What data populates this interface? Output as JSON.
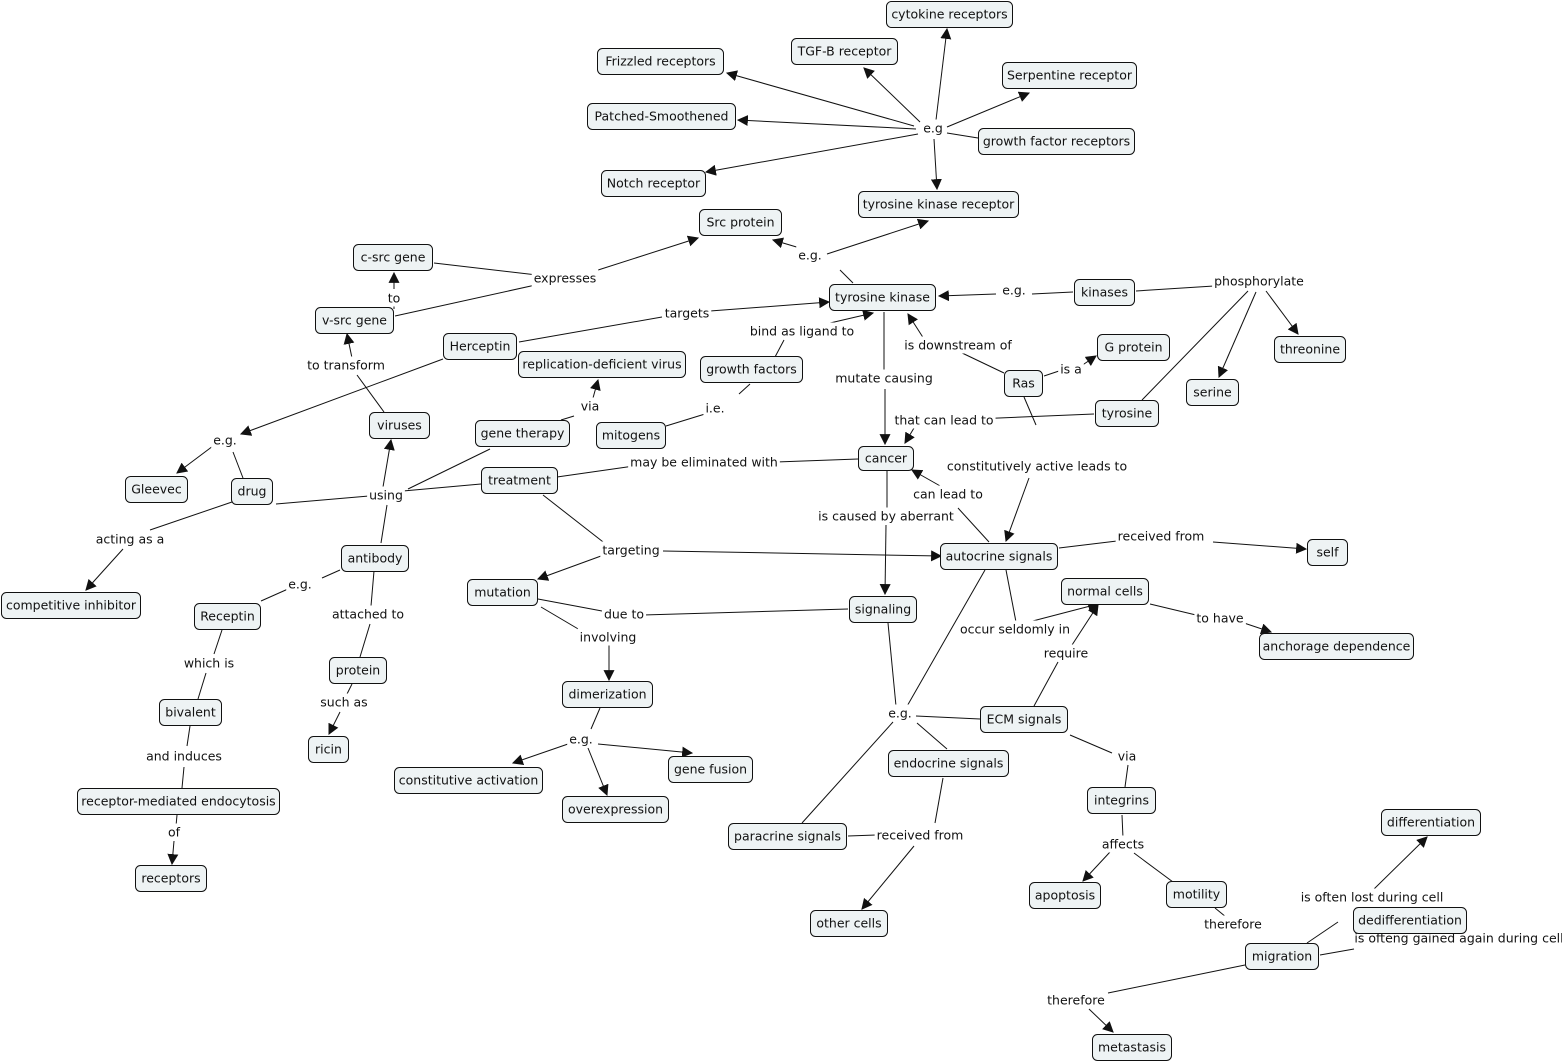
{
  "concepts": {
    "cytokine_receptors": "cytokine receptors",
    "tgfb_receptor": "TGF-B receptor",
    "frizzled": "Frizzled receptors",
    "serpentine": "Serpentine receptor",
    "patched": "Patched-Smoothened",
    "gf_receptors": "growth factor receptors",
    "notch": "Notch receptor",
    "tk_receptor": "tyrosine kinase receptor",
    "src_protein": "Src protein",
    "c_src": "c-src gene",
    "v_src": "v-src gene",
    "tyrosine_kinase": "tyrosine kinase",
    "kinases": "kinases",
    "herceptin": "Herceptin",
    "rep_virus": "replication-deficient virus",
    "growth_factors": "growth factors",
    "g_protein": "G protein",
    "threonine": "threonine",
    "ras": "Ras",
    "serine": "serine",
    "viruses": "viruses",
    "gene_therapy": "gene therapy",
    "mitogens": "mitogens",
    "tyrosine": "tyrosine",
    "cancer": "cancer",
    "treatment": "treatment",
    "gleevec": "Gleevec",
    "drug": "drug",
    "autocrine": "autocrine signals",
    "self": "self",
    "antibody": "antibody",
    "normal_cells": "normal cells",
    "mutation": "mutation",
    "competitive_inhibitor": "competitive inhibitor",
    "receptin": "Receptin",
    "signaling": "signaling",
    "anchorage": "anchorage dependence",
    "protein": "protein",
    "dimerization": "dimerization",
    "bivalent": "bivalent",
    "ecm": "ECM signals",
    "ricin": "ricin",
    "endocrine": "endocrine signals",
    "gene_fusion": "gene fusion",
    "constitutive_activation": "constitutive activation",
    "rme": "receptor-mediated endocytosis",
    "integrins": "integrins",
    "overexpression": "overexpression",
    "differentiation": "differentiation",
    "paracrine": "paracrine signals",
    "receptors": "receptors",
    "apoptosis": "apoptosis",
    "motility": "motility",
    "dedifferentiation": "dedifferentiation",
    "other_cells": "other cells",
    "migration": "migration",
    "metastasis": "metastasis"
  },
  "linking_phrases": {
    "eg_receptors": "e.g",
    "eg_src": "e.g.",
    "expresses": "expresses",
    "to": "to",
    "eg_kinases": "e.g.",
    "phosphorylate": "phosphorylate",
    "targets": "targets",
    "bind_ligand": "bind as ligand to",
    "to_transform": "to transform",
    "downstream": "is downstream of",
    "is_a": "is a",
    "mutate_causing": "mutate causing",
    "ie": "i.e.",
    "via_gt": "via",
    "eg_drug": "e.g.",
    "lead_to": "that can lead to",
    "eliminated": "may be eliminated with",
    "const_active": "constitutively active leads to",
    "using": "using",
    "can_lead": "can lead to",
    "caused_by": "is caused by aberrant",
    "acting_as": "acting as a",
    "received_from_self": "received from",
    "targeting": "targeting",
    "eg_antibody": "e.g.",
    "due_to": "due to",
    "attached_to": "attached to",
    "to_have": "to have",
    "occur_seldomly": "occur seldomly in",
    "involving": "involving",
    "which_is": "which is",
    "require": "require",
    "such_as": "such as",
    "eg_signal": "e.g.",
    "eg_dimer": "e.g.",
    "and_induces": "and induces",
    "via_ecm": "via",
    "of": "of",
    "received_from_other": "received from",
    "affects": "affects",
    "often_lost": "is often lost during cell",
    "therefore_motility": "therefore",
    "regained": "is ofteng gained again during cell",
    "therefore_migration": "therefore"
  }
}
